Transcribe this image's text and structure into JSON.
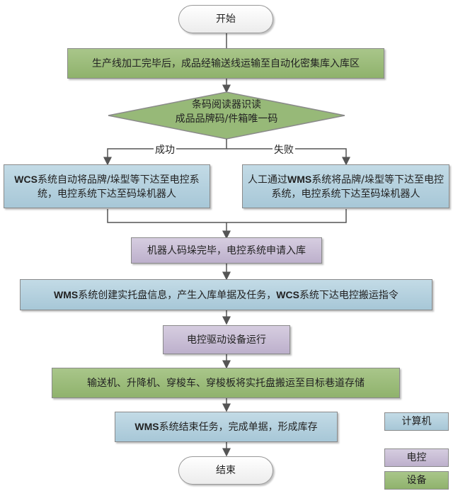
{
  "flowchart": {
    "start": "开始",
    "end": "结束",
    "steps": {
      "s1": "生产线加工完毕后，成品经输送线运输至自动化密集库入库区",
      "decision_line1": "条码阅读器识读",
      "decision_line2": "成品品牌码/件箱唯一码",
      "branch_success": "成功",
      "branch_fail": "失败",
      "left_a": "WCS",
      "left_b": "系统自动将品牌/垛型等下达至电控系统，电控系统下达至码垛机器人",
      "right_a": "人工通过",
      "right_b": "WMS",
      "right_c": "系统将品牌/垛型等下达至电控系统，电控系统下达至码垛机器人",
      "s4": "机器人码垛完毕，电控系统申请入库",
      "s5_a": "WMS",
      "s5_b": "系统创建实托盘信息，产生入库单据及任务，",
      "s5_c": "WCS",
      "s5_d": "系统下达电控搬运指令",
      "s6": "电控驱动设备运行",
      "s7": "输送机、升降机、穿梭车、穿梭板将实托盘搬运至目标巷道存储",
      "s8_a": "WMS",
      "s8_b": "系统结束任务，完成单据，形成库存"
    }
  },
  "legend": {
    "computer": "计算机",
    "electrical": "电控",
    "equipment": "设备"
  },
  "colors": {
    "computer": "#a7c7d7",
    "electrical": "#bdb0cc",
    "equipment": "#8fb26c"
  }
}
